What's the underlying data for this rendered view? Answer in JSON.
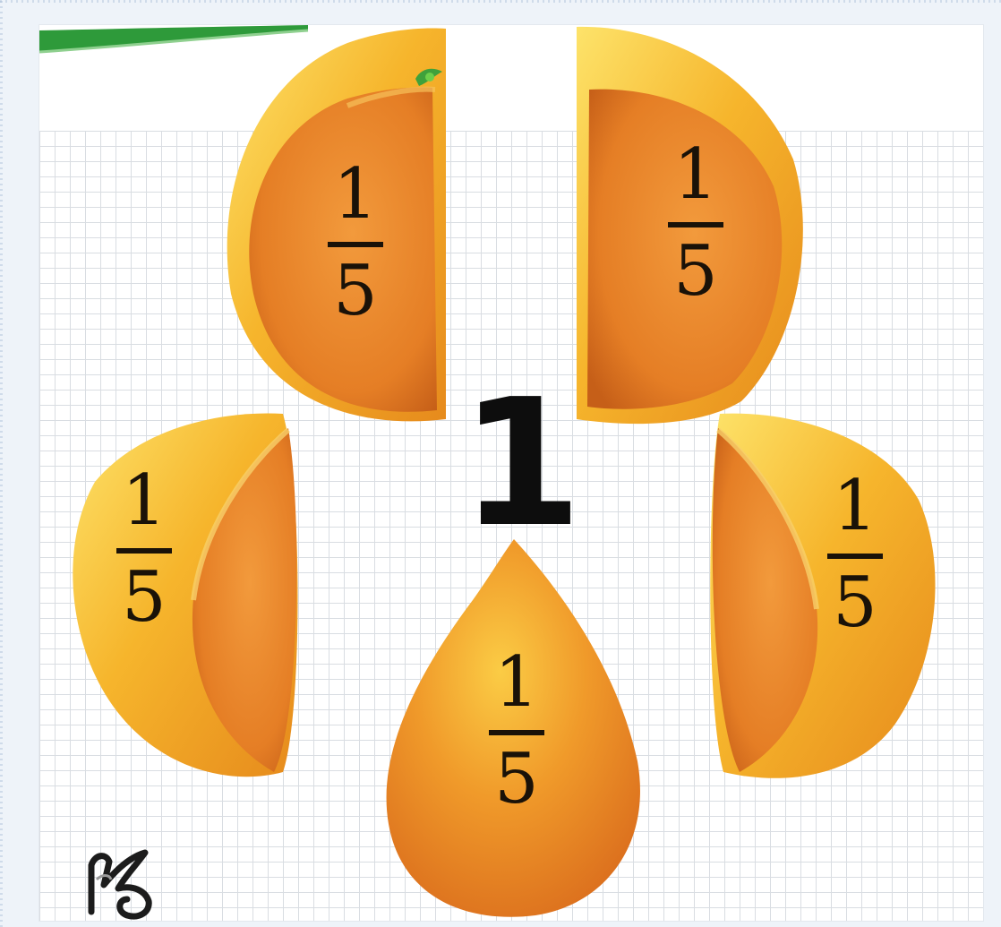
{
  "whole": {
    "value": "1"
  },
  "slices": [
    {
      "name": "top-left",
      "numerator": "1",
      "denominator": "5"
    },
    {
      "name": "top-right",
      "numerator": "1",
      "denominator": "5"
    },
    {
      "name": "middle-left",
      "numerator": "1",
      "denominator": "5"
    },
    {
      "name": "middle-right",
      "numerator": "1",
      "denominator": "5"
    },
    {
      "name": "bottom",
      "numerator": "1",
      "denominator": "5"
    }
  ],
  "colors": {
    "peel_light": "#fbd24a",
    "peel": "#f2a21e",
    "flesh": "#e8802a",
    "flesh_dark": "#c9601a",
    "grid_line": "#d9dde2",
    "accent_green": "#2e9a3a"
  },
  "icons": {
    "logo": "swirl-logo-icon",
    "decoration": "green-swoosh-icon",
    "stem": "leaf-stem-icon"
  }
}
